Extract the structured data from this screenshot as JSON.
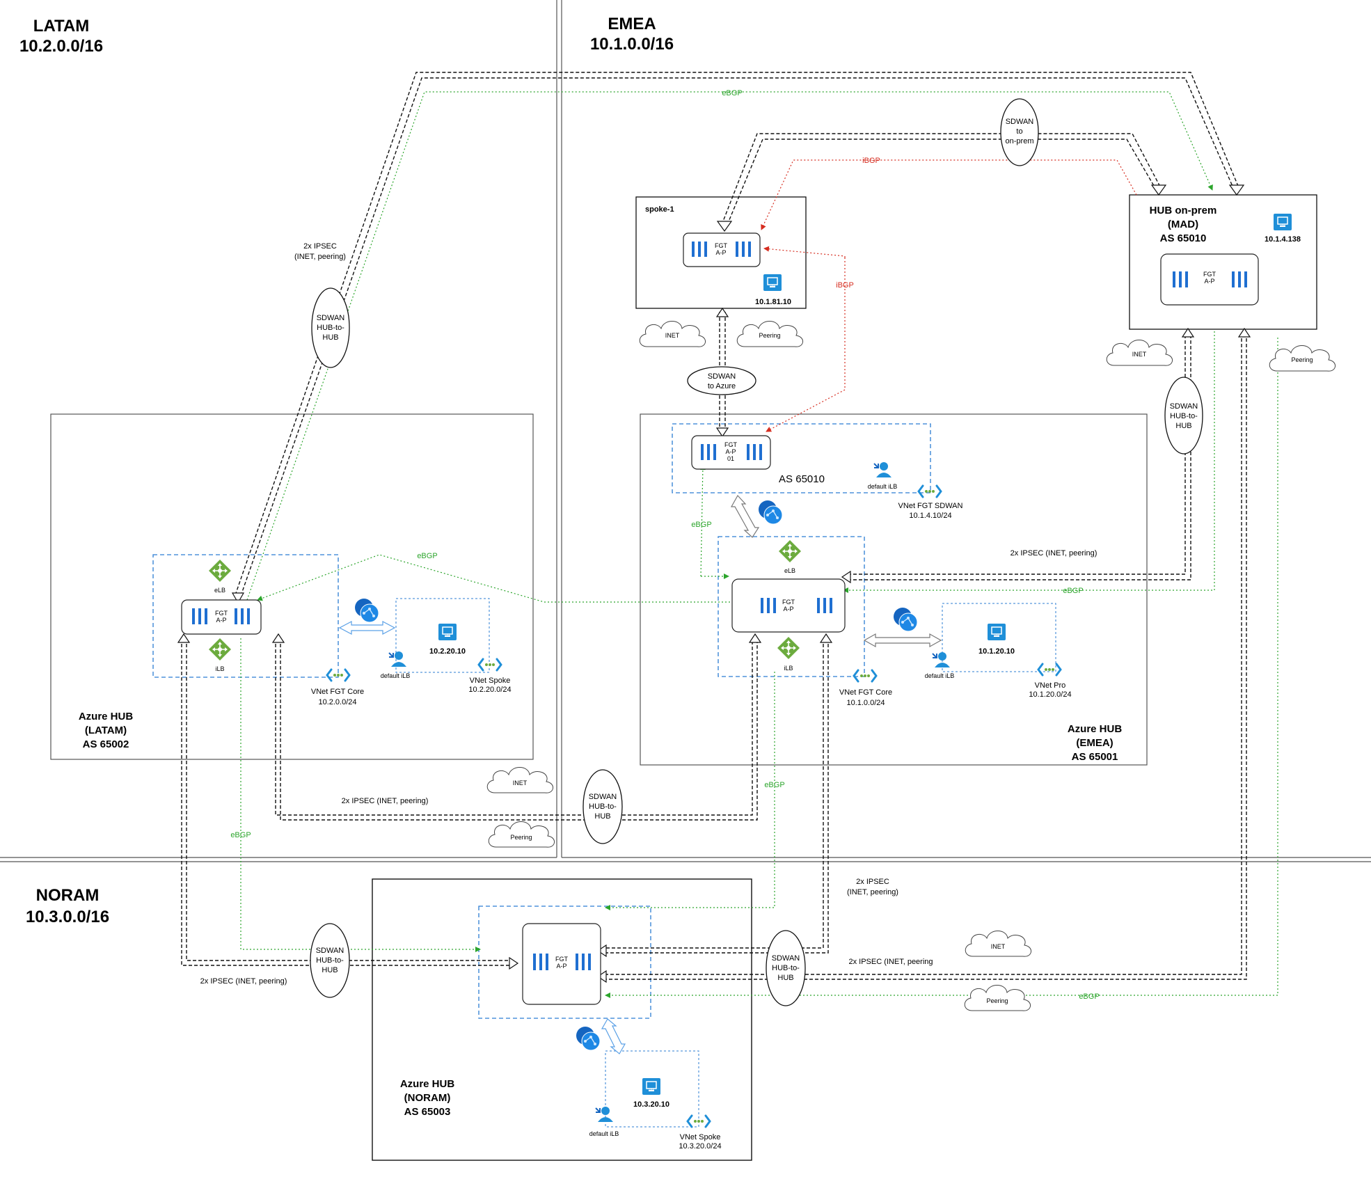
{
  "regions": {
    "latam": {
      "name": "LATAM",
      "cidr": "10.2.0.0/16"
    },
    "emea": {
      "name": "EMEA",
      "cidr": "10.1.0.0/16"
    },
    "noram": {
      "name": "NORAM",
      "cidr": "10.3.0.0/16"
    }
  },
  "latam_hub": {
    "title": [
      "Azure HUB",
      "(LATAM)",
      "AS 65002"
    ],
    "fgt": [
      "FGT",
      "A-P"
    ],
    "elb": "eLB",
    "ilb": "iLB",
    "vnet_core": [
      "VNet FGT Core",
      "10.2.0.0/24"
    ],
    "vnet_spoke": [
      "VNet Spoke",
      "10.2.20.0/24"
    ],
    "vm_ip": "10.2.20.10",
    "default_ilb": "default iLB"
  },
  "emea_hub": {
    "title": [
      "Azure HUB",
      "(EMEA)",
      "AS 65001"
    ],
    "fgt": [
      "FGT",
      "A-P"
    ],
    "fgt_sdwan": [
      "FGT",
      "A-P",
      "01"
    ],
    "as_label": "AS 65010",
    "elb": "eLB",
    "ilb": "iLB",
    "vnet_sdwan": [
      "VNet FGT SDWAN",
      "10.1.4.10/24"
    ],
    "vnet_core": [
      "VNet FGT Core",
      "10.1.0.0/24"
    ],
    "vnet_pro": [
      "VNet Pro",
      "10.1.20.0/24"
    ],
    "vm_ip": "10.1.20.10",
    "default_ilb_a": "default iLB",
    "default_ilb_b": "default iLB"
  },
  "noram_hub": {
    "title": [
      "Azure HUB",
      "(NORAM)",
      "AS 65003"
    ],
    "fgt": [
      "FGT",
      "A-P"
    ],
    "vnet_spoke": [
      "VNet Spoke",
      "10.3.20.0/24"
    ],
    "vm_ip": "10.3.20.10",
    "default_ilb": "default iLB"
  },
  "spoke1": {
    "title": "spoke-1",
    "fgt": [
      "FGT",
      "A-P"
    ],
    "vm_ip": "10.1.81.10"
  },
  "onprem": {
    "title": [
      "HUB on-prem",
      "(MAD)",
      "AS 65010"
    ],
    "fgt": [
      "FGT",
      "A-P"
    ],
    "vm_ip": "10.1.4.138"
  },
  "vm_badge": "VM",
  "clouds": {
    "inet": "INET",
    "peering": "Peering"
  },
  "ellipses": {
    "sdwan_hub_to_hub": [
      "SDWAN",
      "HUB-to-",
      "HUB"
    ],
    "sdwan_to_onprem": [
      "SDWAN",
      "to",
      "on-prem"
    ],
    "sdwan_to_azure": [
      "SDWAN",
      "to Azure"
    ]
  },
  "links": {
    "ebgp": "eBGP",
    "ibgp": "iBGP",
    "ipsec_two_line": [
      "2x IPSEC",
      "(INET, peering)"
    ],
    "ipsec_one_line": "2x IPSEC (INET, peering)",
    "ipsec_one_line_b": "2x IPSEC (INET, peering"
  },
  "colors": {
    "ebgp": "#2ca52c",
    "ibgp": "#d62d20",
    "vnet_border": "#2b7cd3",
    "azure_blue": "#1f8fd8",
    "fgt_port": "#1f6fd1",
    "lb_green": "#6cab3e"
  }
}
